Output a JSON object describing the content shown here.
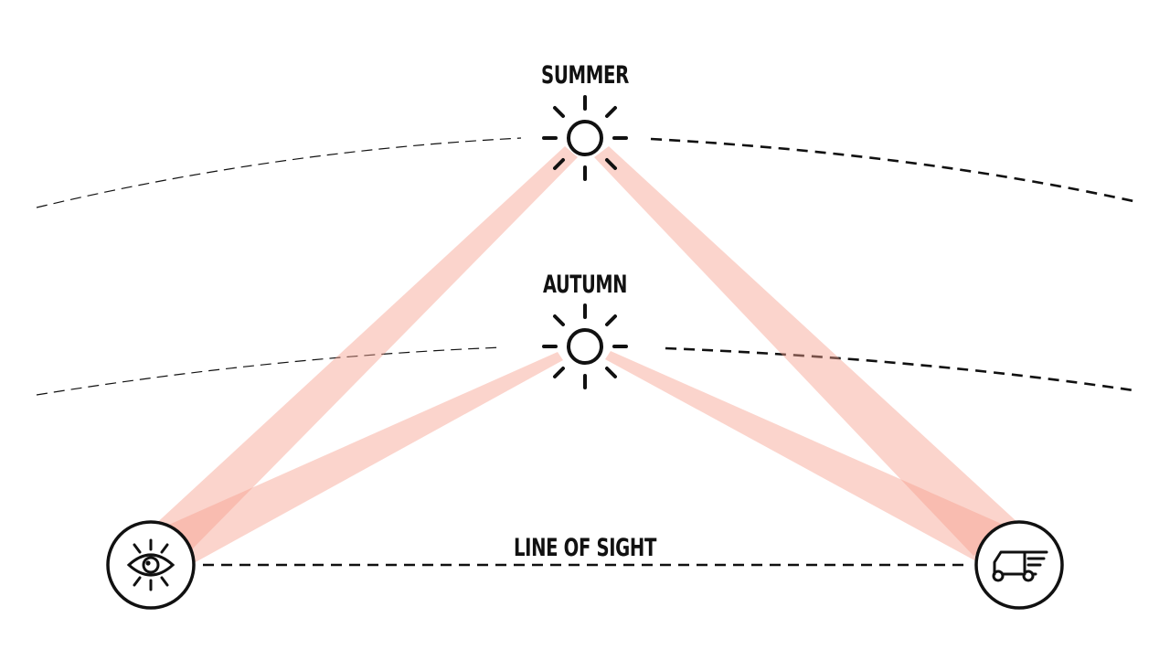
{
  "labels": {
    "summer": "SUMMER",
    "autumn": "AUTUMN",
    "line_of_sight": "LINE OF SIGHT"
  },
  "icons": {
    "summer_sun": "sun-icon",
    "autumn_sun": "sun-icon",
    "observer": "eye-icon",
    "vehicle": "delivery-truck-icon"
  },
  "colors": {
    "ink": "#111111",
    "beam": "#f7a08f",
    "background": "#ffffff"
  }
}
